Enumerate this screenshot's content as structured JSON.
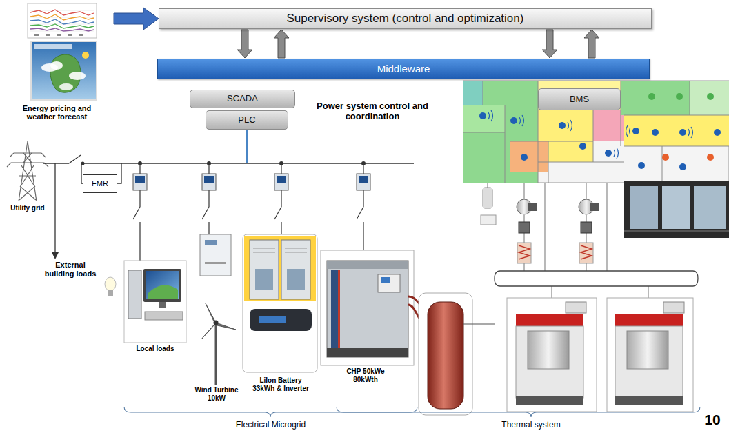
{
  "diagram": {
    "nodes": [
      {
        "text": [
          "Supervisory system (control and optimization)"
        ]
      },
      {
        "text": [
          "Energy pricing and weather forecast"
        ]
      },
      {
        "text": [
          "Middleware"
        ]
      },
      {
        "text": [
          "SCADA"
        ]
      },
      {
        "text": [
          "PLC"
        ]
      },
      {
        "text": [
          "BMS"
        ]
      },
      {
        "text": [
          "FMR"
        ]
      }
    ],
    "edges": [
      {
        "from": 1,
        "to": 0,
        "arrow": "to"
      },
      {
        "from": 0,
        "to": 2,
        "arrow": "to"
      },
      {
        "from": 2,
        "to": 0,
        "arrow": "to"
      },
      {
        "from": 0,
        "to": 2,
        "arrow": "to"
      },
      {
        "from": 2,
        "to": 0,
        "arrow": "to"
      }
    ],
    "labels": [
      "Power system control and coordination",
      "Utility grid",
      "External building loads",
      "Local loads",
      "Wind Turbine 10kW",
      "LiIon Battery 33kWh & Inverter",
      "CHP 50kWe 80kWth",
      "Electrical Microgrid",
      "Thermal system",
      "10"
    ]
  }
}
